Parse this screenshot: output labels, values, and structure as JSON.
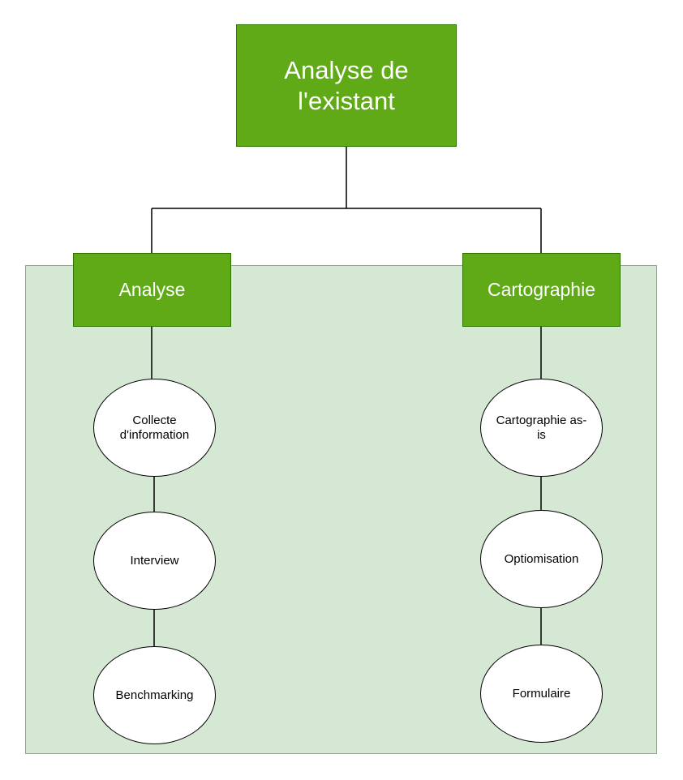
{
  "colors": {
    "group_fill": "#d5e8d4",
    "group_border": "#82b366",
    "box_fill": "#60a917",
    "box_border": "#2d7600",
    "box_text": "#ffffff",
    "connector": "#000000"
  },
  "diagram": {
    "root": {
      "label": "Analyse de l'existant"
    },
    "branches": [
      {
        "label": "Analyse",
        "steps": [
          "Collecte d'information",
          "Interview",
          "Benchmarking"
        ]
      },
      {
        "label": "Cartographie",
        "steps": [
          "Cartographie as-is",
          "Optiomisation",
          "Formulaire"
        ]
      }
    ]
  }
}
